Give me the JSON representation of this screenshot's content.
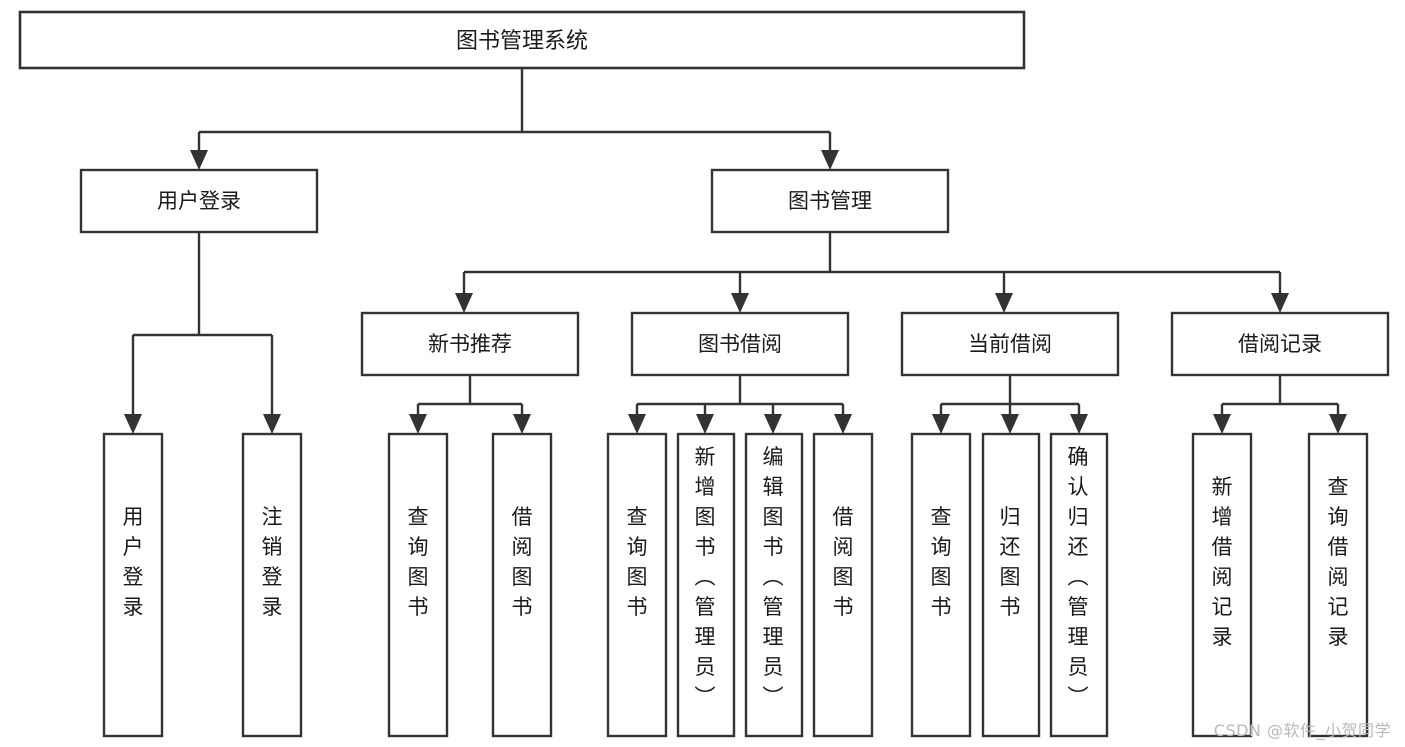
{
  "diagram": {
    "title": "图书管理系统",
    "type": "tree-hierarchy-chart",
    "root": {
      "label": "图书管理系统"
    },
    "level2": [
      {
        "label": "用户登录"
      },
      {
        "label": "图书管理"
      }
    ],
    "level3": [
      {
        "label": "新书推荐"
      },
      {
        "label": "图书借阅"
      },
      {
        "label": "当前借阅"
      },
      {
        "label": "借阅记录"
      }
    ],
    "leaves": {
      "user_login": [
        {
          "label": "用户登录"
        },
        {
          "label": "注销登录"
        }
      ],
      "new_book_recommend": [
        {
          "label": "查询图书"
        },
        {
          "label": "借阅图书"
        }
      ],
      "book_borrow": [
        {
          "label": "查询图书"
        },
        {
          "label": "新增图书（管理员）"
        },
        {
          "label": "编辑图书（管理员）"
        },
        {
          "label": "借阅图书"
        }
      ],
      "current_borrow": [
        {
          "label": "查询图书"
        },
        {
          "label": "归还图书"
        },
        {
          "label": "确认归还（管理员）"
        }
      ],
      "borrow_record": [
        {
          "label": "新增借阅记录"
        },
        {
          "label": "查询借阅记录"
        }
      ]
    }
  },
  "watermark": {
    "text": "CSDN @软件_小贺同学"
  },
  "colors": {
    "stroke": "#333333",
    "box_fill": "#ffffff",
    "text": "#1a1a1a",
    "watermark": "#b8b8b8",
    "background": "#ffffff"
  }
}
